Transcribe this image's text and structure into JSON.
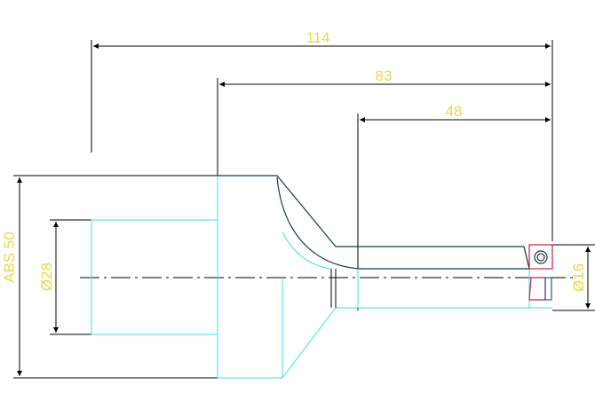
{
  "dimensions": {
    "overall_length": "114",
    "shank_to_tip": "83",
    "neck_to_tip": "48",
    "shank_diameter": "Ø28",
    "body_size": "ABS 50",
    "tip_diameter": "Ø16"
  },
  "colors": {
    "dimension_text": "#e8d84a",
    "dimension_lines": "#000000",
    "outline": "#0a3a5a",
    "hidden_edges": "#34e0e8",
    "insert_outline": "#c8203c"
  }
}
